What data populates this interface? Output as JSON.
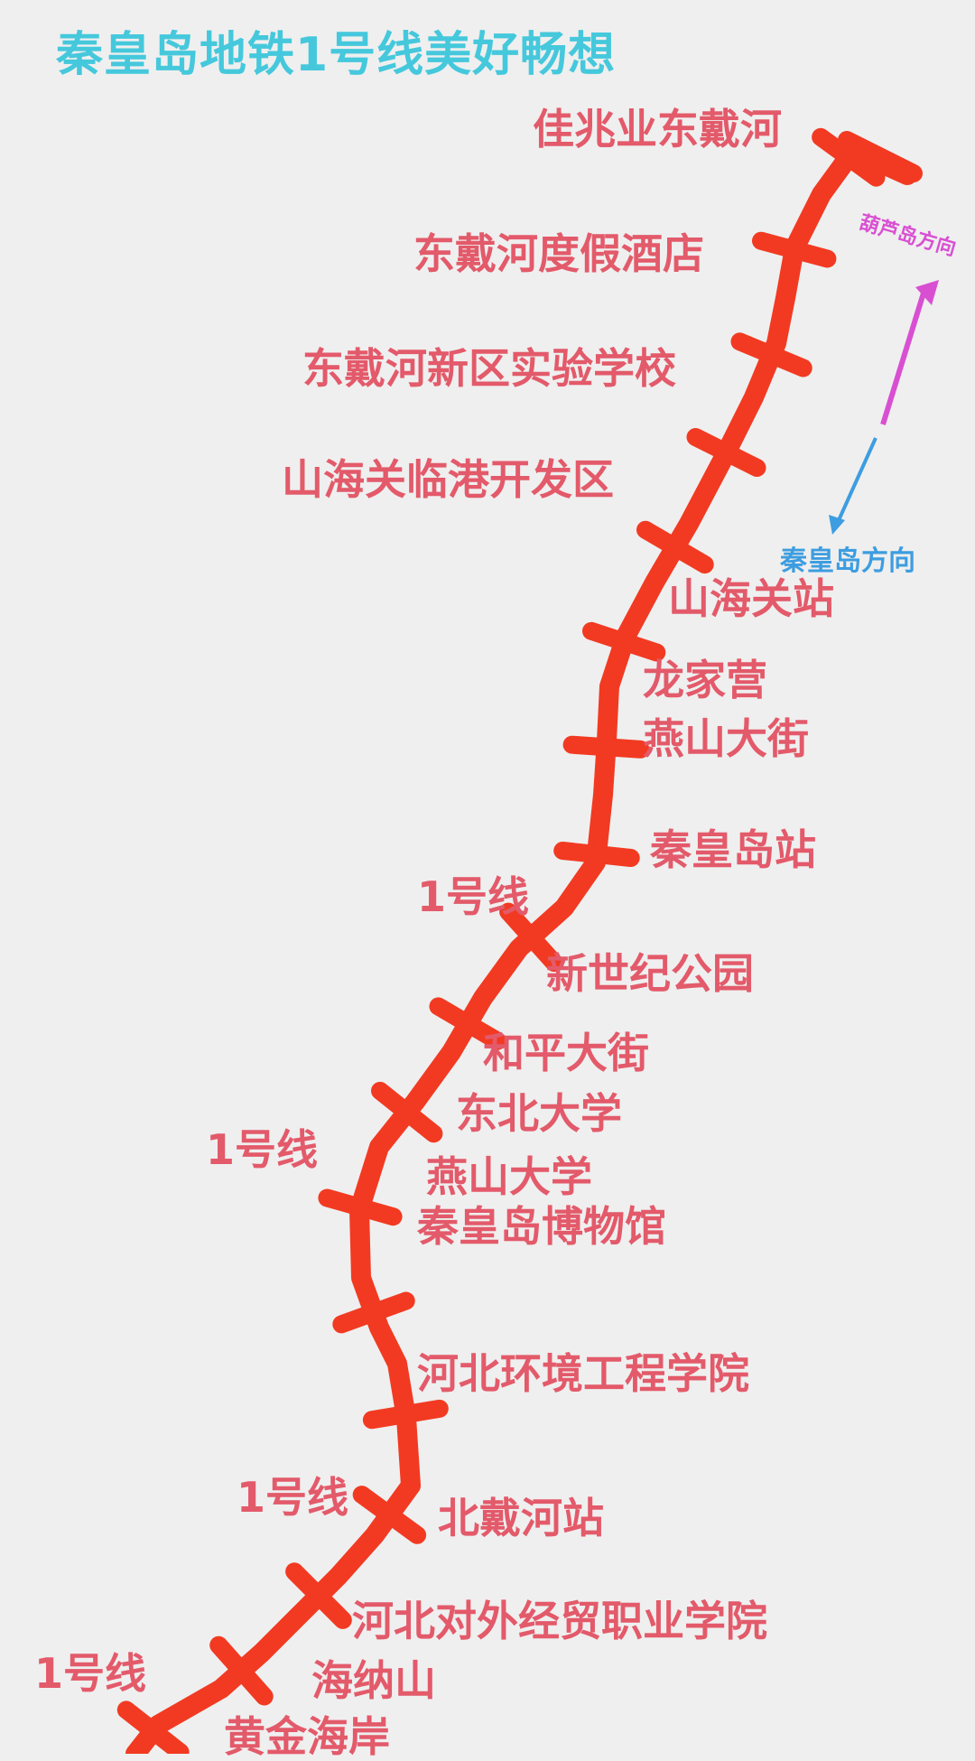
{
  "title": "秦皇岛地铁1号线美好畅想",
  "line": {
    "color": "#f23a22",
    "tag": "1号线"
  },
  "stations": [
    "佳兆业东戴河",
    "东戴河度假酒店",
    "东戴河新区实验学校",
    "山海关临港开发区",
    "山海关站",
    "龙家营",
    "燕山大街",
    "秦皇岛站",
    "新世纪公园",
    "和平大街",
    "东北大学",
    "燕山大学",
    "秦皇岛博物馆",
    "河北环境工程学院",
    "北戴河站",
    "河北对外经贸职业学院",
    "海纳山",
    "黄金海岸"
  ],
  "directions": {
    "north": {
      "label": "葫芦岛方向",
      "color": "#d94fd2"
    },
    "south": {
      "label": "秦皇岛方向",
      "color": "#3d9de0"
    }
  },
  "colors": {
    "title": "#45c8dc",
    "label": "#e35a6a",
    "background": "#efefef"
  }
}
